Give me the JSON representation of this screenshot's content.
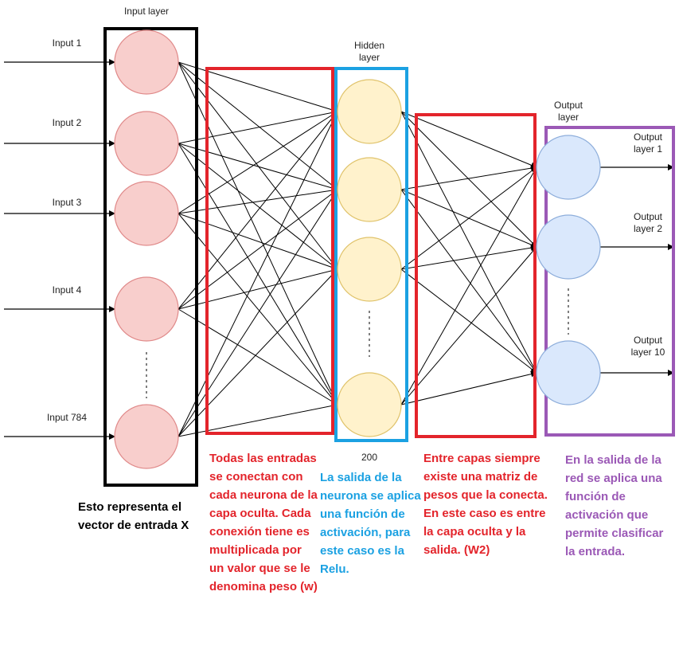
{
  "layers": {
    "input": {
      "title": "Input layer",
      "neuron_labels": [
        "Input 1",
        "Input 2",
        "Input 3",
        "Input 4",
        "Input 784"
      ],
      "fill": "#f8cecc",
      "stroke": "#e08a8a",
      "box_color": "#000000"
    },
    "hidden": {
      "title_line1": "Hidden",
      "title_line2": "layer",
      "count_label": "200",
      "fill": "#fff2cc",
      "stroke": "#e0c36b",
      "box_color": "#1ba1e2"
    },
    "output": {
      "title_line1": "Output",
      "title_line2": "layer",
      "neuron_labels": [
        {
          "line1": "Output",
          "line2": "layer 1"
        },
        {
          "line1": "Output",
          "line2": "layer 2"
        },
        {
          "line1": "Output",
          "line2": "layer 10"
        }
      ],
      "fill": "#dae8fc",
      "stroke": "#8eaedb",
      "box_color": "#9b59b6"
    },
    "weights_box_color": "#e3242b"
  },
  "annotations": {
    "input_text": "Esto representa el vector de entrada X",
    "weights1_text": "Todas las entradas se conectan con cada neurona de la capa oculta. Cada conexión tiene es multiplicada por un valor que se le denomina peso (w)",
    "hidden_text": "La salida de la neurona se aplica una función de activación, para este caso es la Relu.",
    "weights2_text": "Entre capas siempre existe una matriz de pesos que la conecta. En este caso es entre la capa oculta y la salida. (W2)",
    "output_text": "En la salida de la red se aplica una función de activación que permite clasificar la entrada."
  },
  "colors": {
    "input_text": "#000000",
    "weights1_text": "#e3242b",
    "hidden_text": "#1ba1e2",
    "weights2_text": "#e3242b",
    "output_text": "#9b59b6"
  }
}
